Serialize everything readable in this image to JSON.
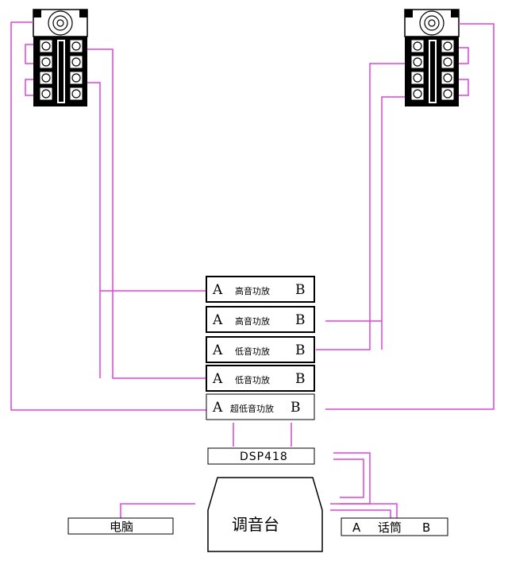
{
  "amplifiers": [
    {
      "left": "A",
      "label": "高音功放",
      "right": "B"
    },
    {
      "left": "A",
      "label": "高音功放",
      "right": "B"
    },
    {
      "left": "A",
      "label": "低音功放",
      "right": "B"
    },
    {
      "left": "A",
      "label": "低音功放",
      "right": "B"
    },
    {
      "left": "A",
      "label": "超低音功放",
      "right": "B"
    }
  ],
  "dsp": {
    "label": "DSP418"
  },
  "mixer": {
    "label": "调音台"
  },
  "computer": {
    "label": "电脑"
  },
  "microphone": {
    "left": "A",
    "label": "话筒",
    "right": "B"
  },
  "colors": {
    "wire": "#e040e0",
    "outline": "#000000"
  }
}
